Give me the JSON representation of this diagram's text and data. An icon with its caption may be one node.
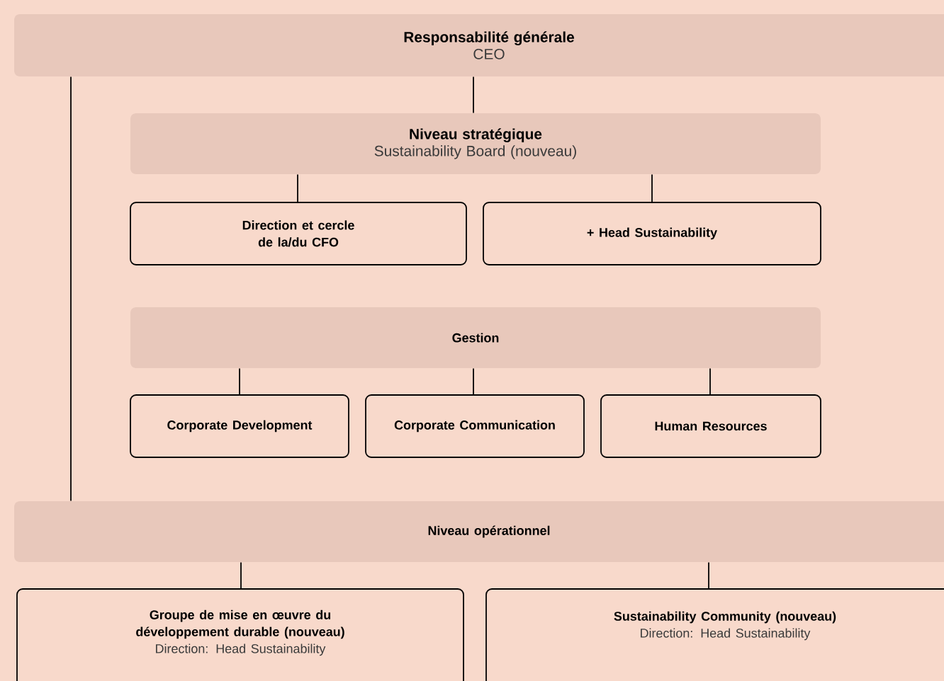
{
  "diagram": {
    "nodes": [
      {
        "text": [
          "Responsabilité générale",
          "CEO"
        ]
      },
      {
        "text": [
          "Niveau stratégique",
          "Sustainability Board (nouveau)"
        ]
      },
      {
        "text": [
          "Direction et cercle de la/du CFO"
        ]
      },
      {
        "text": [
          "+ Head Sustainability"
        ]
      },
      {
        "text": [
          "Gestion"
        ]
      },
      {
        "text": [
          "Corporate Development"
        ]
      },
      {
        "text": [
          "Corporate Communication"
        ]
      },
      {
        "text": [
          "Human Resources"
        ]
      },
      {
        "text": [
          "Niveau opérationnel"
        ]
      },
      {
        "text": [
          "Groupe de mise en œuvre du développement durable (nouveau)",
          "Direction: Head Sustainability"
        ]
      },
      {
        "text": [
          "Sustainability Community (nouveau)",
          "Direction: Head Sustainability"
        ]
      }
    ],
    "edges": [
      {
        "from": 0,
        "to": 1,
        "arrow": "none"
      },
      {
        "from": 1,
        "to": 2,
        "arrow": "none"
      },
      {
        "from": 1,
        "to": 3,
        "arrow": "none"
      },
      {
        "from": 0,
        "to": 8,
        "arrow": "none"
      },
      {
        "from": 4,
        "to": 5,
        "arrow": "none"
      },
      {
        "from": 4,
        "to": 6,
        "arrow": "none"
      },
      {
        "from": 4,
        "to": 7,
        "arrow": "none"
      },
      {
        "from": 8,
        "to": 9,
        "arrow": "none"
      },
      {
        "from": 8,
        "to": 10,
        "arrow": "none"
      }
    ]
  }
}
